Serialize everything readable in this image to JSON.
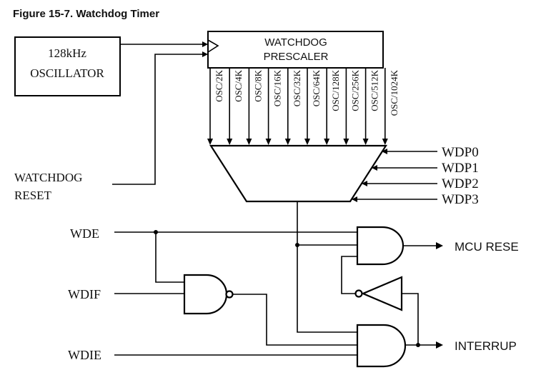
{
  "figure": {
    "title": "Figure 15-7.  Watchdog Timer"
  },
  "oscillator": {
    "line1": "128kHz",
    "line2": "OSCILLATOR"
  },
  "prescaler": {
    "line1": "WATCHDOG",
    "line2": "PRESCALER",
    "taps": [
      "OSC/2K",
      "OSC/4K",
      "OSC/8K",
      "OSC/16K",
      "OSC/32K",
      "OSC/64K",
      "OSC/128K",
      "OSC/256K",
      "OSC/512K",
      "OSC/1024K"
    ]
  },
  "mux_selects": [
    "WDP0",
    "WDP1",
    "WDP2",
    "WDP3"
  ],
  "inputs": {
    "watchdog_reset_1": "WATCHDOG",
    "watchdog_reset_2": "RESET",
    "wde": "WDE",
    "wdif": "WDIF",
    "wdie": "WDIE"
  },
  "outputs": {
    "mcu_reset": "MCU RESE",
    "interrupt": "INTERRUP"
  }
}
